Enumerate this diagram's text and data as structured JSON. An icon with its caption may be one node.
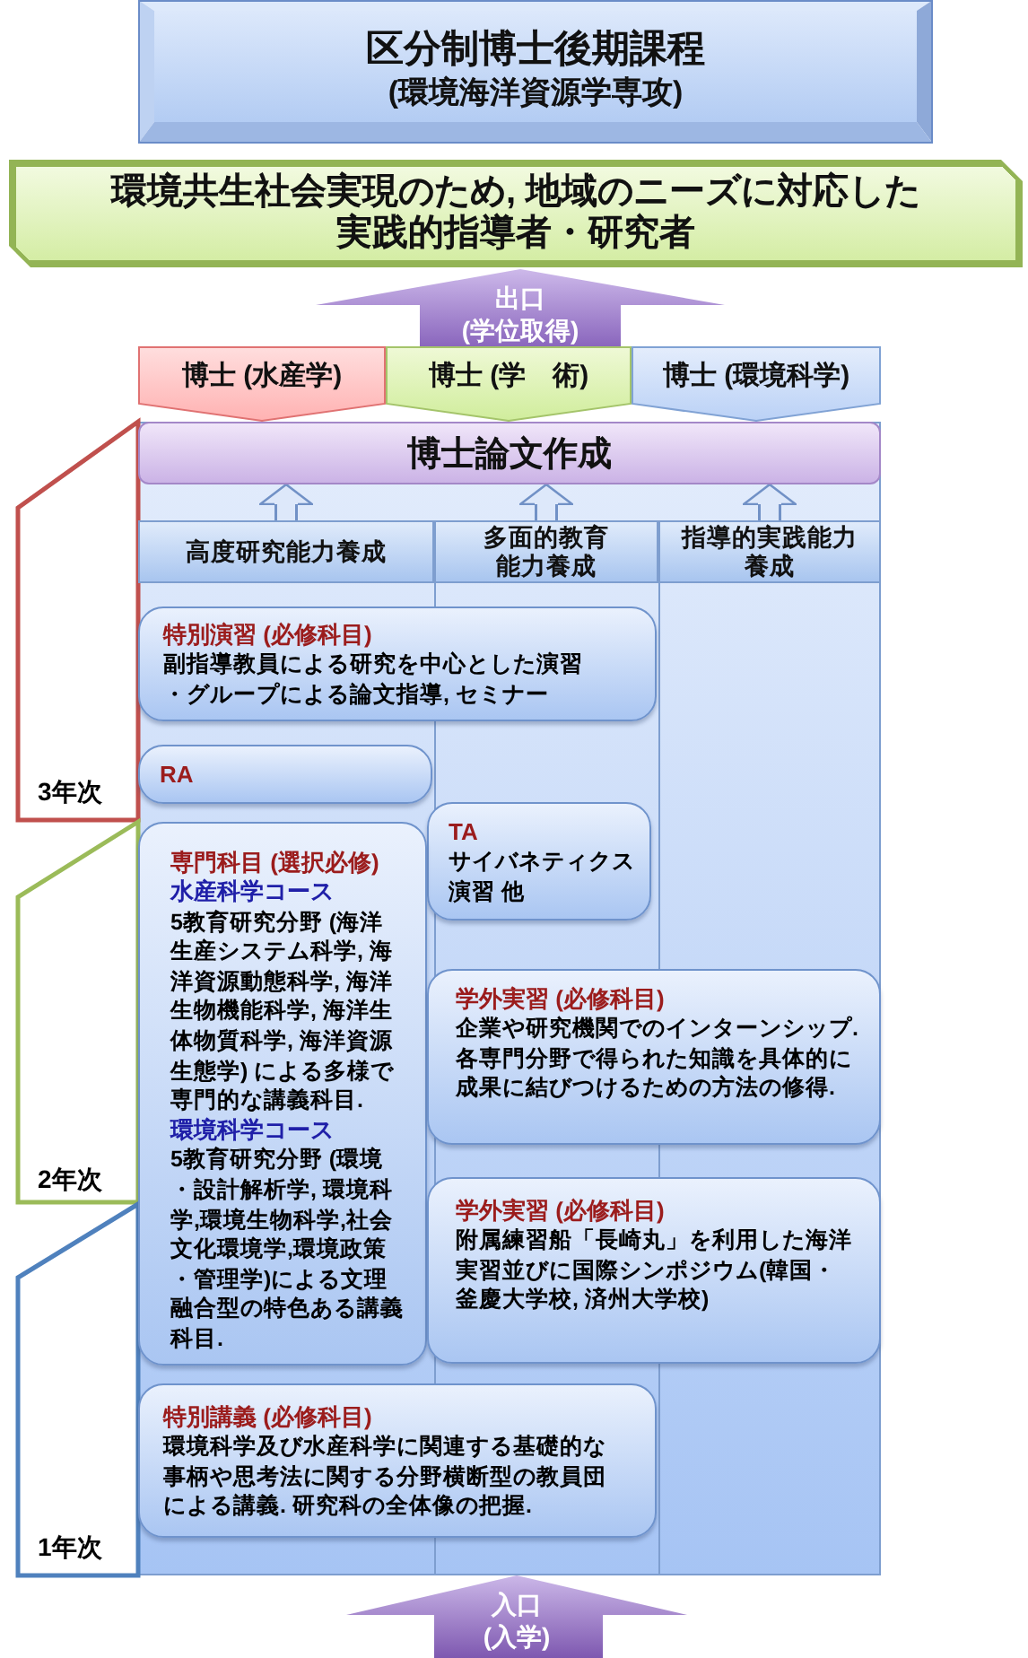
{
  "diagram": {
    "nodes": [
      {
        "text": [
          "区分制博士後期課程",
          "(環境海洋資源学専攻)"
        ]
      },
      {
        "text": [
          "環境共生社会実現のため, 地域のニーズに対応した実践的指導者・研究者"
        ]
      },
      {
        "text": [
          "出口",
          "(学位取得)"
        ]
      },
      {
        "text": [
          "博士 (水産学)"
        ]
      },
      {
        "text": [
          "博士 (学　術)"
        ]
      },
      {
        "text": [
          "博士 (環境科学)"
        ]
      },
      {
        "text": [
          "博士論文作成"
        ]
      },
      {
        "text": [
          "高度研究能力養成"
        ]
      },
      {
        "text": [
          "多面的教育能力養成"
        ]
      },
      {
        "text": [
          "指導的実践能力養成"
        ]
      },
      {
        "text": [
          "特別演習 (必修科目)",
          "副指導教員による研究を中心とした演習・グループによる論文指導, セミナー"
        ]
      },
      {
        "text": [
          "RA"
        ]
      },
      {
        "text": [
          "TA",
          "サイバネティクス演習 他"
        ]
      },
      {
        "text": [
          "専門科目 (選択必修)",
          "水産科学コース",
          "5教育研究分野 (海洋生産システム科学, 海洋資源動態科学, 海洋生物機能科学, 海洋生体物質科学, 海洋資源生態学) による多様で専門的な講義科目.",
          "環境科学コース",
          "5教育研究分野 (環境・設計解析学, 環境科学,環境生物科学,社会文化環境学,環境政策・管理学)による文理融合型の特色ある講義科目."
        ]
      },
      {
        "text": [
          "学外実習 (必修科目)",
          "企業や研究機関でのインターンシップ.各専門分野で得られた知識を具体的に成果に結びつけるための方法の修得."
        ]
      },
      {
        "text": [
          "学外実習 (必修科目)",
          "附属練習船「長崎丸」を利用した海洋実習並びに国際シンポジウム(韓国・釜慶大学校, 済州大学校)"
        ]
      },
      {
        "text": [
          "特別講義 (必修科目)",
          "環境科学及び水産科学に関連する基礎的な事柄や思考法に関する分野横断型の教員団による講義. 研究科の全体像の把握."
        ]
      },
      {
        "text": [
          "入口",
          "(入学)"
        ]
      }
    ],
    "edges": [
      {
        "from": 7,
        "to": 6,
        "arrow": "to"
      },
      {
        "from": 8,
        "to": 6,
        "arrow": "to"
      },
      {
        "from": 9,
        "to": 6,
        "arrow": "to"
      }
    ],
    "labels": [
      "3年次",
      "2年次",
      "1年次"
    ]
  }
}
